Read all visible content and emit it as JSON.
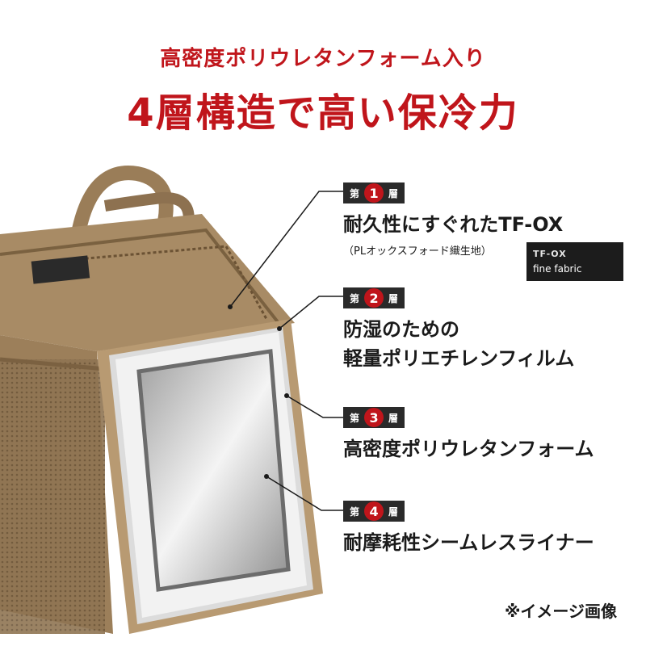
{
  "headline": {
    "sub": "高密度ポリウレタンフォーム入り",
    "main": "4層構造で高い保冷力"
  },
  "layers": [
    {
      "prefix": "第",
      "number": "1",
      "suffix": "層",
      "text": "耐久性にすぐれたTF-OX",
      "note": "（PLオックスフォード織生地）"
    },
    {
      "prefix": "第",
      "number": "2",
      "suffix": "層",
      "text_line1": "防湿のための",
      "text_line2": "軽量ポリエチレンフィルム"
    },
    {
      "prefix": "第",
      "number": "3",
      "suffix": "層",
      "text": "高密度ポリウレタンフォーム"
    },
    {
      "prefix": "第",
      "number": "4",
      "suffix": "層",
      "text": "耐摩耗性シームレスライナー"
    }
  ],
  "badge": {
    "line1": "TF-OX",
    "line2": "fine fabric"
  },
  "footnote": "※イメージ画像",
  "colors": {
    "accent": "#c0151b",
    "bag": "#a38660",
    "dark": "#2a2a2a"
  }
}
